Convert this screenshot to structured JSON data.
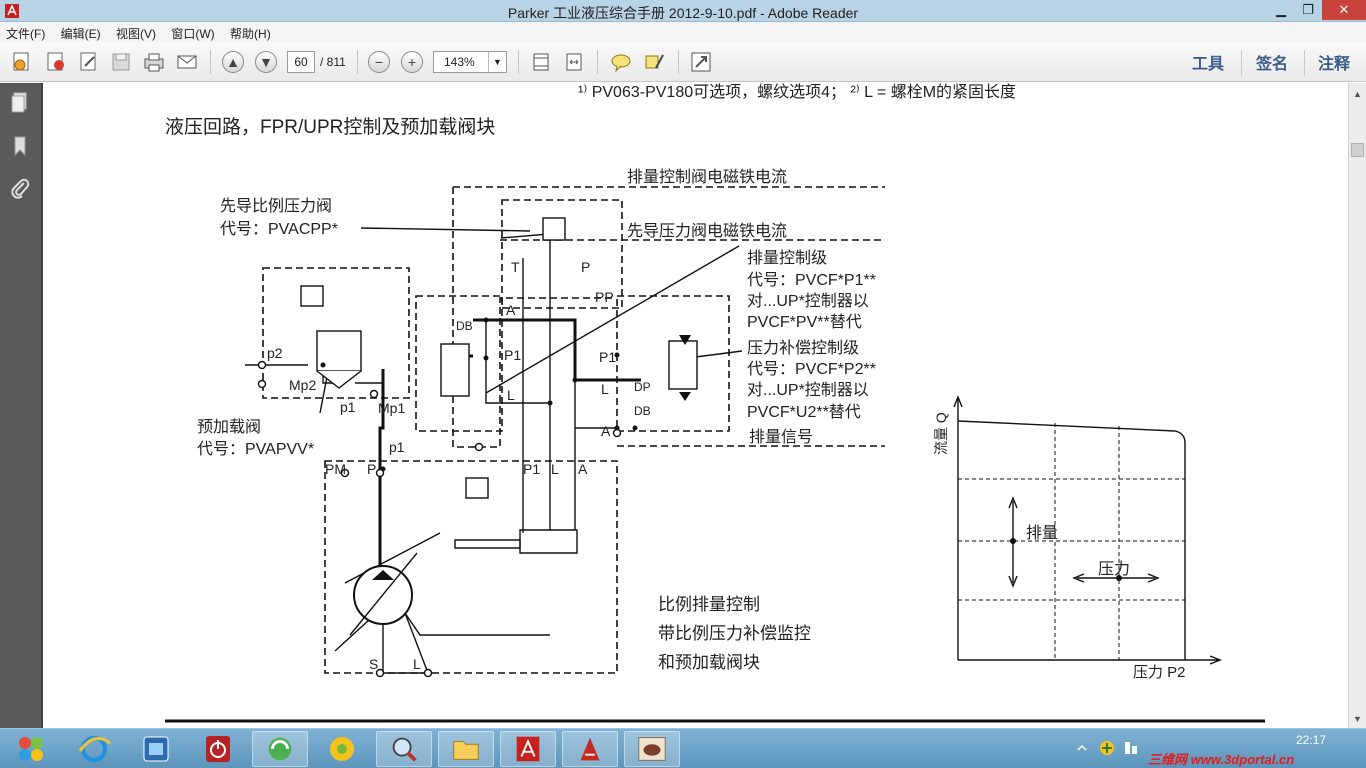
{
  "window": {
    "title": "Parker 工业液压综合手册 2012-9-10.pdf - Adobe Reader",
    "min": "▁",
    "max": "❐",
    "close": "✕"
  },
  "menu": [
    "文件(F)",
    "编辑(E)",
    "视图(V)",
    "窗口(W)",
    "帮助(H)"
  ],
  "toolbar": {
    "page_current": "60",
    "page_total": "/ 811",
    "zoom": "143%",
    "zoom_out_glyph": "−",
    "zoom_in_glyph": "+",
    "prev_glyph": "▲",
    "next_glyph": "▼",
    "tools": "工具",
    "sign": "签名",
    "comment": "注释"
  },
  "page": {
    "top_note": "¹⁾ PV063-PV180可选项，螺纹选项4；   ²⁾ L = 螺栓M的紧固长度",
    "heading": "液压回路，FPR/UPR控制及预加载阀块",
    "labels": {
      "disp_valve_current": "排量控制阀电磁铁电流",
      "pilot_valve_current": "先导压力阀电磁铁电流",
      "pilot_prop_valve": "先导比例压力阀",
      "pilot_prop_code": "代号：PVACPP*",
      "disp_stage": "排量控制级",
      "disp_stage_code": "代号：PVCF*P1**",
      "disp_stage_up": "对...UP*控制器以",
      "disp_stage_alt": "PVCF*PV**替代",
      "comp_stage": "压力补偿控制级",
      "comp_stage_code": "代号：PVCF*P2**",
      "comp_stage_up": "对...UP*控制器以",
      "comp_stage_alt": "PVCF*U2**替代",
      "disp_signal": "排量信号",
      "preload_valve": "预加载阀",
      "preload_code": "代号：PVAPVV*",
      "caption1": "比例排量控制",
      "caption2": "带比例压力补偿监控",
      "caption3": "和预加载阀块"
    },
    "ports": {
      "T": "T",
      "P": "P",
      "PP": "PP",
      "A": "A",
      "DB": "DB",
      "P1": "P1",
      "L": "L",
      "DP": "DP",
      "p2": "p2",
      "Mp2": "Mp2",
      "p1": "p1",
      "Mp1": "Mp1",
      "PM": "PM",
      "S": "S"
    },
    "graph": {
      "y_axis": "流量 Q",
      "x_axis": "压力 P2",
      "label_disp": "排量",
      "label_press": "压力"
    }
  },
  "taskbar": {
    "time": "22:17",
    "watermark": "三维网 www.3dportal.cn"
  }
}
